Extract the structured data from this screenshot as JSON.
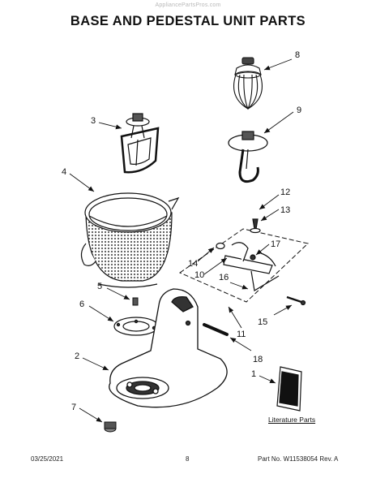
{
  "watermark": "AppliancePartsPros.com",
  "title": "BASE AND PEDESTAL UNIT PARTS",
  "callouts": [
    "8",
    "3",
    "9",
    "4",
    "12",
    "13",
    "17",
    "14",
    "10",
    "16",
    "5",
    "6",
    "15",
    "11",
    "2",
    "18",
    "1",
    "7"
  ],
  "literature_label": "Literature Parts",
  "footer": {
    "date": "03/25/2021",
    "page": "8",
    "part": "Part No. W11538054  Rev. A"
  }
}
